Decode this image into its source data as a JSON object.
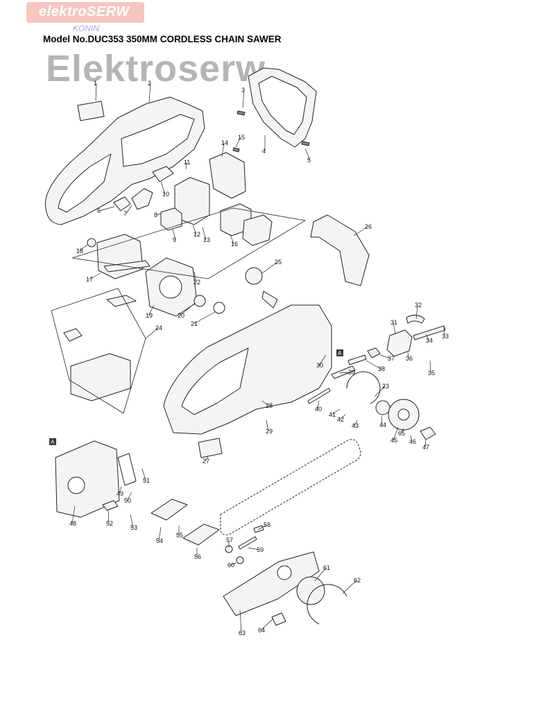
{
  "brand": {
    "name": "elektroSERW",
    "city": "KONIN"
  },
  "title": "Model No.DUC353 350MM CORDLESS CHAIN SAWER",
  "watermark": "Elektroserw",
  "part_numbers": [
    "1",
    "2",
    "3",
    "4",
    "5",
    "6",
    "7",
    "8",
    "9",
    "10",
    "11",
    "12",
    "13",
    "14",
    "15",
    "16",
    "17",
    "18",
    "19",
    "20",
    "21",
    "22",
    "23",
    "24",
    "25",
    "26",
    "27",
    "28",
    "29",
    "30",
    "31",
    "32",
    "33",
    "34",
    "35",
    "36",
    "37",
    "38",
    "39",
    "40",
    "41",
    "42",
    "43",
    "44",
    "45",
    "46",
    "47",
    "48",
    "49",
    "50",
    "51",
    "52",
    "53",
    "54",
    "55",
    "56",
    "57",
    "58",
    "59",
    "60",
    "61",
    "62",
    "63",
    "64",
    "65"
  ],
  "ref_marker": "A",
  "colors": {
    "line": "#222222",
    "part_fill": "#f4f4f4",
    "dark_fill": "#3a3a3a",
    "logo_bg": "#f6c6c0",
    "logo_sub": "#9fa8d8",
    "watermark": "#a9a9a9"
  }
}
